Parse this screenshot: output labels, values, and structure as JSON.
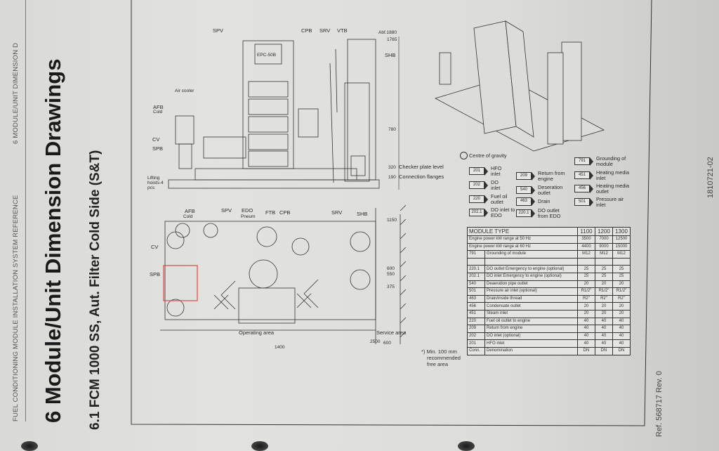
{
  "header": {
    "left_running_head": "FUEL CONDITIONING MODULE INSTALLATION SYSTEM REFERENCE",
    "right_running_head": "6 MODULE/UNIT DIMENSION D"
  },
  "chapter_title": "6   Module/Unit Dimension Drawings",
  "section_title": "6.1   FCM 1000 SS, Aut. Filter Cold Side (S&T)",
  "elevation": {
    "labels": {
      "spv": "SPV",
      "cpb": "CPB",
      "srv": "SRV",
      "vtb": "VTB",
      "shb": "SHB",
      "air_cooler": "Air cooler",
      "afb": "AFB",
      "afb_sub": "Cold",
      "cv": "CV",
      "spb": "SPB",
      "lifting": "Lifting",
      "hoists": "hoists-4",
      "pcs": "pcs",
      "controller": "EPC-50B"
    },
    "dims": {
      "abf": "Abf.1880",
      "h1765": "1765",
      "h780": "780",
      "h320": "320",
      "h190": "190"
    },
    "notes": {
      "checker": "Checker plate level",
      "connection": "Connection flanges"
    }
  },
  "plan": {
    "labels": {
      "afb": "AFB",
      "afb_sub": "Cold",
      "spv": "SPV",
      "edo": "EDO",
      "edo_sub": "Pneum",
      "ftb": "FTB",
      "cpb": "CPB",
      "srv": "SRV",
      "shb": "SHB",
      "cv": "CV",
      "spb": "SPB",
      "operating": "Operating area",
      "service": "Service area"
    },
    "dims": {
      "d1150": "1150",
      "d600": "600",
      "d550": "550",
      "d375": "375",
      "d2500": "2500",
      "d600b": "600",
      "d1400": "1400"
    }
  },
  "legend": {
    "centre": "Centre of gravity",
    "items": [
      {
        "code": "201",
        "text": "HFO inlet"
      },
      {
        "code": "202",
        "text": "DO inlet"
      },
      {
        "code": "220",
        "text": "Fuel oil outlet"
      },
      {
        "code": "202.1",
        "text": "DO inlet to EDO"
      },
      {
        "code": "209",
        "text": "Return from engine"
      },
      {
        "code": "540",
        "text": "Deseration outlet"
      },
      {
        "code": "463",
        "text": "Drain"
      },
      {
        "code": "220.1",
        "text": "DO outlet from EDO"
      },
      {
        "code": "791",
        "text": "Grounding of module"
      },
      {
        "code": "451",
        "text": "Heating media inlet"
      },
      {
        "code": "456",
        "text": "Heating media outlet"
      },
      {
        "code": "501",
        "text": "Pressure air inlet"
      }
    ]
  },
  "table": {
    "header": {
      "label": "MODULE TYPE",
      "cols": [
        "1100",
        "1200",
        "1300"
      ]
    },
    "power_rows": [
      {
        "label": "Engine power kW range at 50 Hz",
        "values": [
          "3500",
          "7000",
          "12500"
        ]
      },
      {
        "label": "Engine power kW range at 60 Hz",
        "values": [
          "4400",
          "9000",
          "15000"
        ]
      }
    ],
    "rows": [
      {
        "code": "791",
        "desc": "Grounding of module",
        "values": [
          "M12",
          "M12",
          "M12"
        ]
      },
      {
        "code": "",
        "desc": "",
        "values": [
          "",
          "",
          ""
        ]
      },
      {
        "code": "220.1",
        "desc": "DO outlet Emergency to engine (optional)",
        "values": [
          "25",
          "25",
          "25"
        ]
      },
      {
        "code": "202.1",
        "desc": "DO inlet Emergency to engine (optional)",
        "values": [
          "25",
          "25",
          "25"
        ]
      },
      {
        "code": "540",
        "desc": "Deaeration pipe outlet",
        "values": [
          "20",
          "20",
          "20"
        ]
      },
      {
        "code": "501",
        "desc": "Pressure air inlet (optional)",
        "values": [
          "R1/2\"",
          "R1/2\"",
          "R1/2\""
        ]
      },
      {
        "code": "463",
        "desc": "Drain/inside thread",
        "values": [
          "R2\"",
          "R2\"",
          "R2\""
        ]
      },
      {
        "code": "456",
        "desc": "Condensate outlet",
        "values": [
          "20",
          "20",
          "20"
        ]
      },
      {
        "code": "451",
        "desc": "Steam inlet",
        "values": [
          "20",
          "20",
          "20"
        ]
      },
      {
        "code": "220",
        "desc": "Fuel oil outlet to engine",
        "values": [
          "40",
          "40",
          "40"
        ]
      },
      {
        "code": "209",
        "desc": "Return from engine",
        "values": [
          "40",
          "40",
          "40"
        ]
      },
      {
        "code": "202",
        "desc": "DO inlet (optional)",
        "values": [
          "40",
          "40",
          "40"
        ]
      },
      {
        "code": "201",
        "desc": "HFO inlet",
        "values": [
          "40",
          "40",
          "40"
        ]
      },
      {
        "code": "Conn.",
        "desc": "Denomination",
        "values": [
          "DN",
          "DN",
          "DN"
        ]
      }
    ]
  },
  "footnote": {
    "line1": "*) Min. 100 mm",
    "line2": "recommended",
    "line3": "free area"
  },
  "reference": "Ref. 568717 Rev. 0",
  "drawing_number": "1810721-02"
}
